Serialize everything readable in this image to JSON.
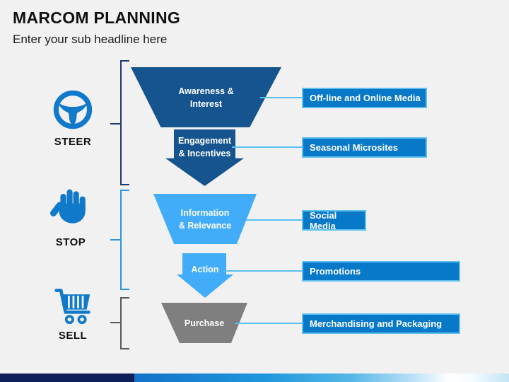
{
  "slide": {
    "title": "MARCOM PLANNING",
    "subtitle": "Enter your sub headline here"
  },
  "side_icons": [
    {
      "icon": "steering-wheel-icon",
      "label": "STEER"
    },
    {
      "icon": "stop-hand-icon",
      "label": "STOP"
    },
    {
      "icon": "shopping-cart-icon",
      "label": "SELL"
    }
  ],
  "funnel": {
    "stages": [
      {
        "label": "Awareness &\nInterest",
        "shape": "inverted-trapezoid",
        "color": "#15548e"
      },
      {
        "label": "Engagement\n& Incentives",
        "shape": "down-arrow",
        "color": "#15548e"
      },
      {
        "label": "Information\n& Relevance",
        "shape": "inverted-trapezoid",
        "color": "#41acf9"
      },
      {
        "label": "Action",
        "shape": "down-arrow",
        "color": "#41acf9"
      },
      {
        "label": "Purchase",
        "shape": "inverted-trapezoid",
        "color": "#7f7f7f"
      }
    ]
  },
  "tags": [
    {
      "label": "Off-line and Online Media"
    },
    {
      "label": "Seasonal Microsites"
    },
    {
      "label": "Social Media"
    },
    {
      "label": "Promotions"
    },
    {
      "label": "Merchandising and Packaging"
    }
  ],
  "colors": {
    "background": "#f1f1f2",
    "navy_stage": "#15548e",
    "light_blue_stage": "#41acf9",
    "gray_stage": "#7f7f7f",
    "tag_fill": "#0878c8",
    "tag_border": "#5fc0ef",
    "connector": "#5bc0f0",
    "icon_blue": "#1179ca",
    "bracket_steer": "#1e3a6e",
    "bracket_stop": "#2d96e0",
    "bracket_sell": "#595959",
    "bottom_bar_navy": "#0d2058"
  }
}
